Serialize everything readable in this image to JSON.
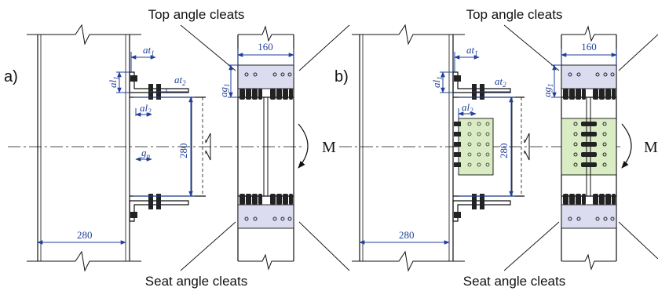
{
  "captions": {
    "top_left": "Top angle cleats",
    "top_right": "Top angle cleats",
    "bottom_left": "Seat angle cleats",
    "bottom_right": "Seat angle cleats"
  },
  "panels": {
    "a": {
      "label": "a)"
    },
    "b": {
      "label": "b)"
    }
  },
  "dimensions": {
    "at1": {
      "base": "at",
      "sub": "1"
    },
    "at2": {
      "base": "at",
      "sub": "2"
    },
    "al1": {
      "base": "al",
      "sub": "1"
    },
    "al2": {
      "base": "al",
      "sub": "2"
    },
    "ag1": {
      "base": "ag",
      "sub": "1"
    },
    "gp": {
      "base": "g",
      "sub": "p"
    },
    "width_160": "160",
    "depth_280": "280",
    "column_280": "280"
  },
  "moment_label": "M",
  "colors": {
    "cleat_fill": "#dcdcf0",
    "web_plate_fill": "#d9ecc4",
    "dimension_blue": "#1f3f99",
    "line": "#111111"
  }
}
